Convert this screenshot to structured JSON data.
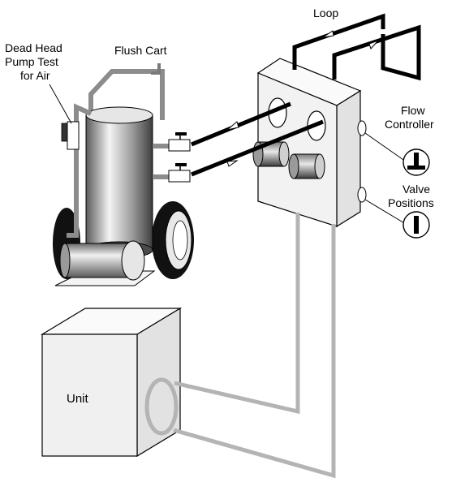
{
  "labels": {
    "loop": "Loop",
    "flush_cart": "Flush Cart",
    "dead_head_line1": "Dead Head",
    "dead_head_line2": "Pump Test",
    "dead_head_line3": "for Air",
    "flow_line1": "Flow",
    "flow_line2": "Controller",
    "valve_line1": "Valve",
    "valve_line2": "Positions",
    "unit": "Unit"
  },
  "colors": {
    "hose_gray": "#b4b4b4",
    "pipe_black": "#000000",
    "box_face": "#f2f2f2",
    "box_top": "#fafafa",
    "box_side": "#e2e2e2"
  },
  "icons": [
    "valve-position-bypass-icon",
    "valve-position-open-icon"
  ]
}
